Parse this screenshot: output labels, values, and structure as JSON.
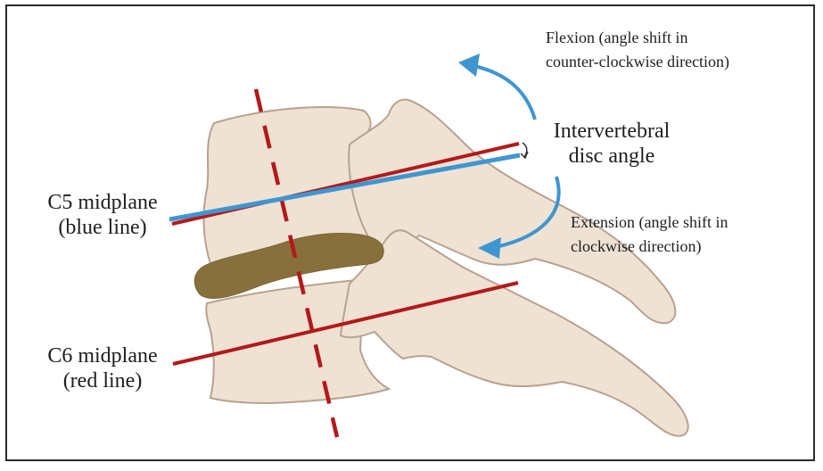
{
  "labels": {
    "flexion_line1": "Flexion (angle shift in",
    "flexion_line2": "counter-clockwise direction)",
    "extension_line1": "Extension (angle shift in",
    "extension_line2": "clockwise direction)",
    "disc_angle_line1": "Intervertebral",
    "disc_angle_line2": "disc angle",
    "c5_line1": "C5 midplane",
    "c5_line2": "(blue line)",
    "c6_line1": "C6 midplane",
    "c6_line2": "(red line)"
  },
  "colors": {
    "bone_fill": "#efe2d3",
    "bone_stroke": "#b7a28f",
    "disc_fill": "#87703c",
    "red_line": "#b3191b",
    "blue_line": "#3f95d0",
    "arrow_blue": "#3f95d0",
    "frame": "#2b2b2b"
  }
}
